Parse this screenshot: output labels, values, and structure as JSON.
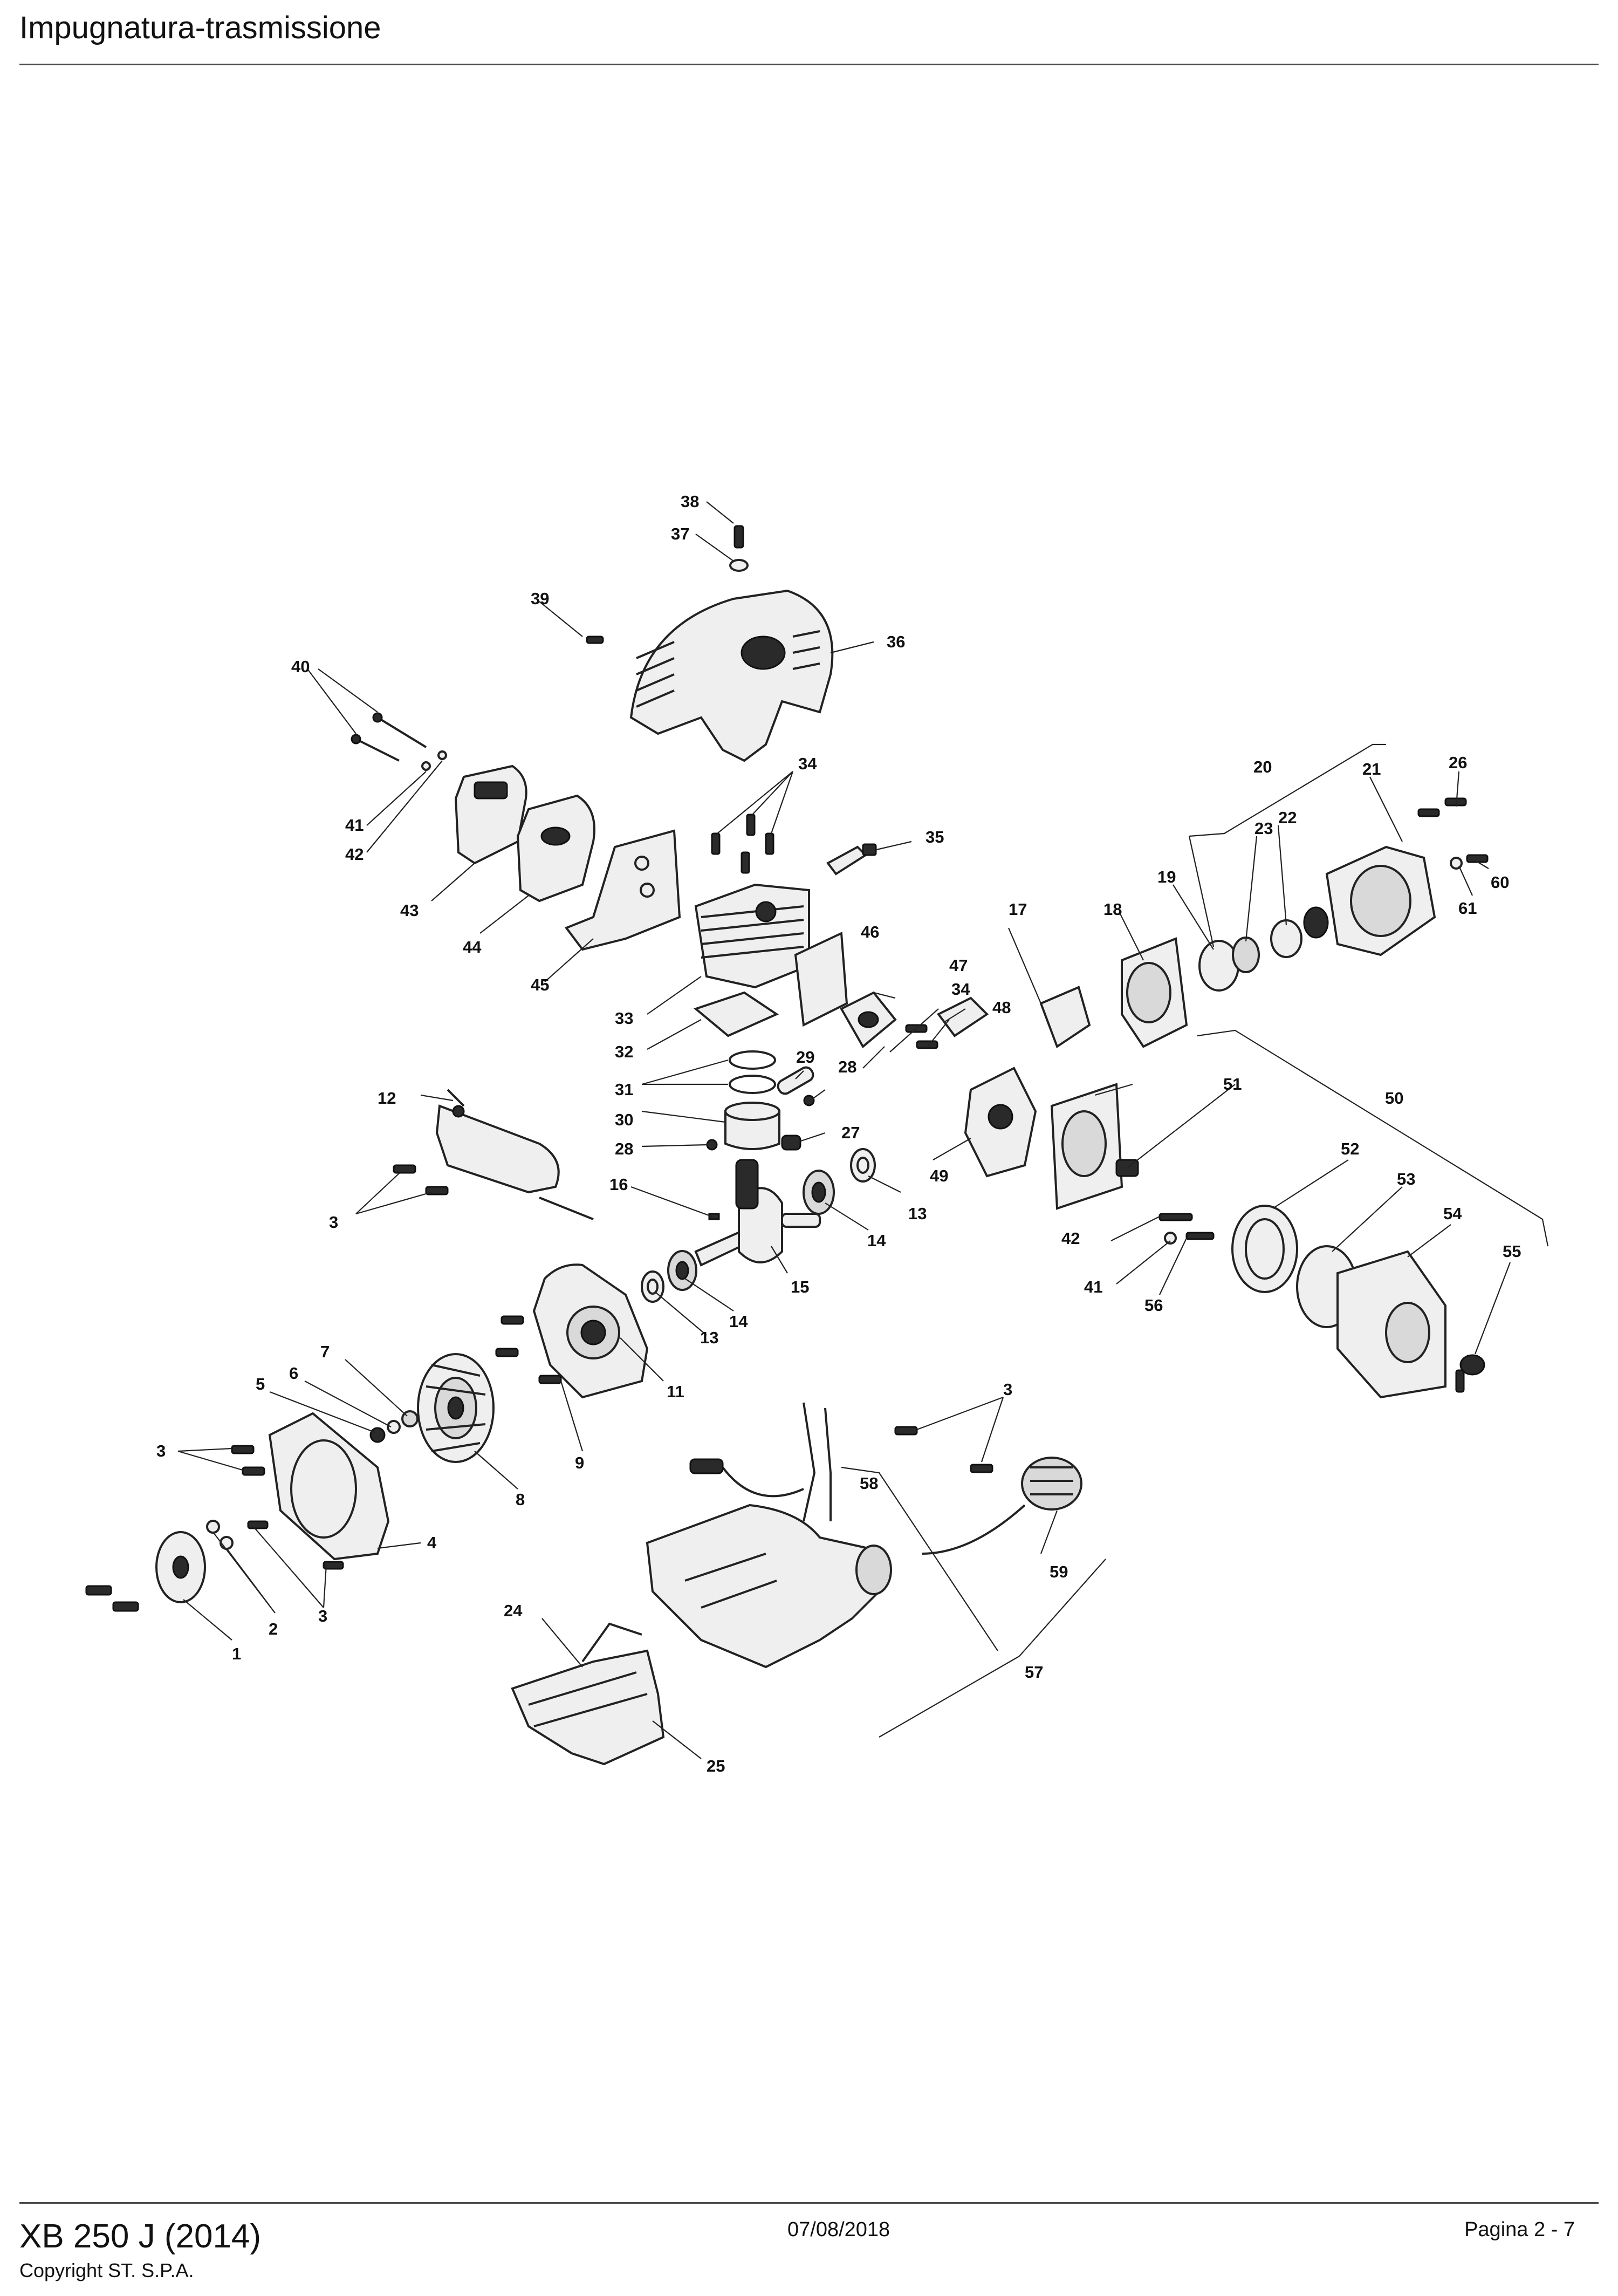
{
  "header": {
    "title": "Impugnatura-trasmissione"
  },
  "footer": {
    "model": "XB 250 J (2014)",
    "copyright": "Copyright ST. S.P.A.",
    "date": "07/08/2018",
    "page": "Pagina 2 - 7"
  },
  "callouts": {
    "c1": "1",
    "c2": "2",
    "c3a": "3",
    "c3b": "3",
    "c3c": "3",
    "c3d": "3",
    "c4": "4",
    "c5": "5",
    "c6": "6",
    "c7": "7",
    "c8": "8",
    "c9": "9",
    "c11": "11",
    "c12": "12",
    "c13a": "13",
    "c13b": "13",
    "c14a": "14",
    "c14b": "14",
    "c15": "15",
    "c16": "16",
    "c17": "17",
    "c18": "18",
    "c19": "19",
    "c20": "20",
    "c21": "21",
    "c22": "22",
    "c23": "23",
    "c24": "24",
    "c25": "25",
    "c26": "26",
    "c27": "27",
    "c28a": "28",
    "c28b": "28",
    "c29": "29",
    "c30": "30",
    "c31": "31",
    "c32": "32",
    "c33": "33",
    "c34a": "34",
    "c34b": "34",
    "c35": "35",
    "c36": "36",
    "c37": "37",
    "c38": "38",
    "c39": "39",
    "c40": "40",
    "c41a": "41",
    "c41b": "41",
    "c42a": "42",
    "c42b": "42",
    "c43": "43",
    "c44": "44",
    "c45": "45",
    "c46": "46",
    "c47": "47",
    "c48": "48",
    "c49": "49",
    "c50": "50",
    "c51": "51",
    "c52": "52",
    "c53": "53",
    "c54": "54",
    "c55": "55",
    "c56": "56",
    "c57": "57",
    "c58": "58",
    "c59": "59",
    "c60": "60",
    "c61": "61"
  }
}
